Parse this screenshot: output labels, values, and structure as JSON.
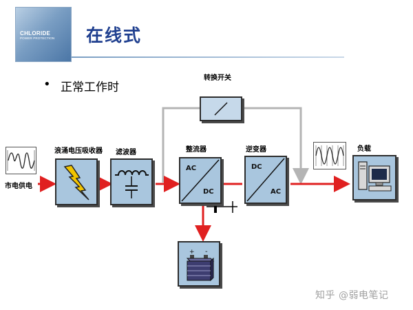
{
  "logo": {
    "name": "CHLORIDE",
    "subtitle": "POWER PROTECTION"
  },
  "title": "在线式",
  "bullet": {
    "text": "正常工作时"
  },
  "diagram": {
    "mains_label": "市电供电",
    "surge_label": "浪涌电压吸收器",
    "filter_label": "滤波器",
    "rectifier_label": "整流器",
    "rectifier_in": "AC",
    "rectifier_out": "DC",
    "inverter_label": "逆变器",
    "inverter_in": "DC",
    "inverter_out": "AC",
    "bypass_label": "转换开关",
    "load_label": "负载",
    "battery_plus": "+",
    "battery_minus": "-",
    "colors": {
      "main_path": "#e02020",
      "bypass_path": "#b4b4b4",
      "box_fill": "#a9c6de"
    }
  },
  "watermark": "知乎 @弱电笔记"
}
